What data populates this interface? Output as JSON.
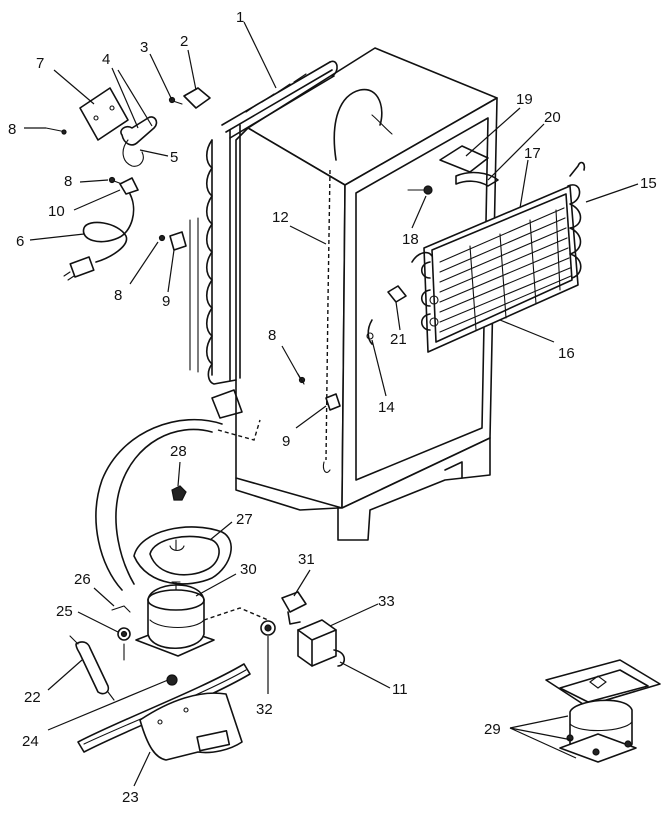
{
  "callouts": {
    "c1": "1",
    "c2": "2",
    "c3": "3",
    "c4": "4",
    "c5": "5",
    "c6": "6",
    "c7": "7",
    "c8a": "8",
    "c8b": "8",
    "c8c": "8",
    "c8d": "8",
    "c9a": "9",
    "c9b": "9",
    "c10": "10",
    "c11": "11",
    "c12": "12",
    "c14": "14",
    "c15": "15",
    "c16": "16",
    "c17": "17",
    "c18": "18",
    "c19": "19",
    "c20": "20",
    "c21": "21",
    "c22": "22",
    "c23": "23",
    "c24": "24",
    "c25": "25",
    "c26": "26",
    "c27": "27",
    "c28": "28",
    "c29": "29",
    "c30": "30",
    "c31": "31",
    "c32": "32",
    "c33": "33"
  }
}
